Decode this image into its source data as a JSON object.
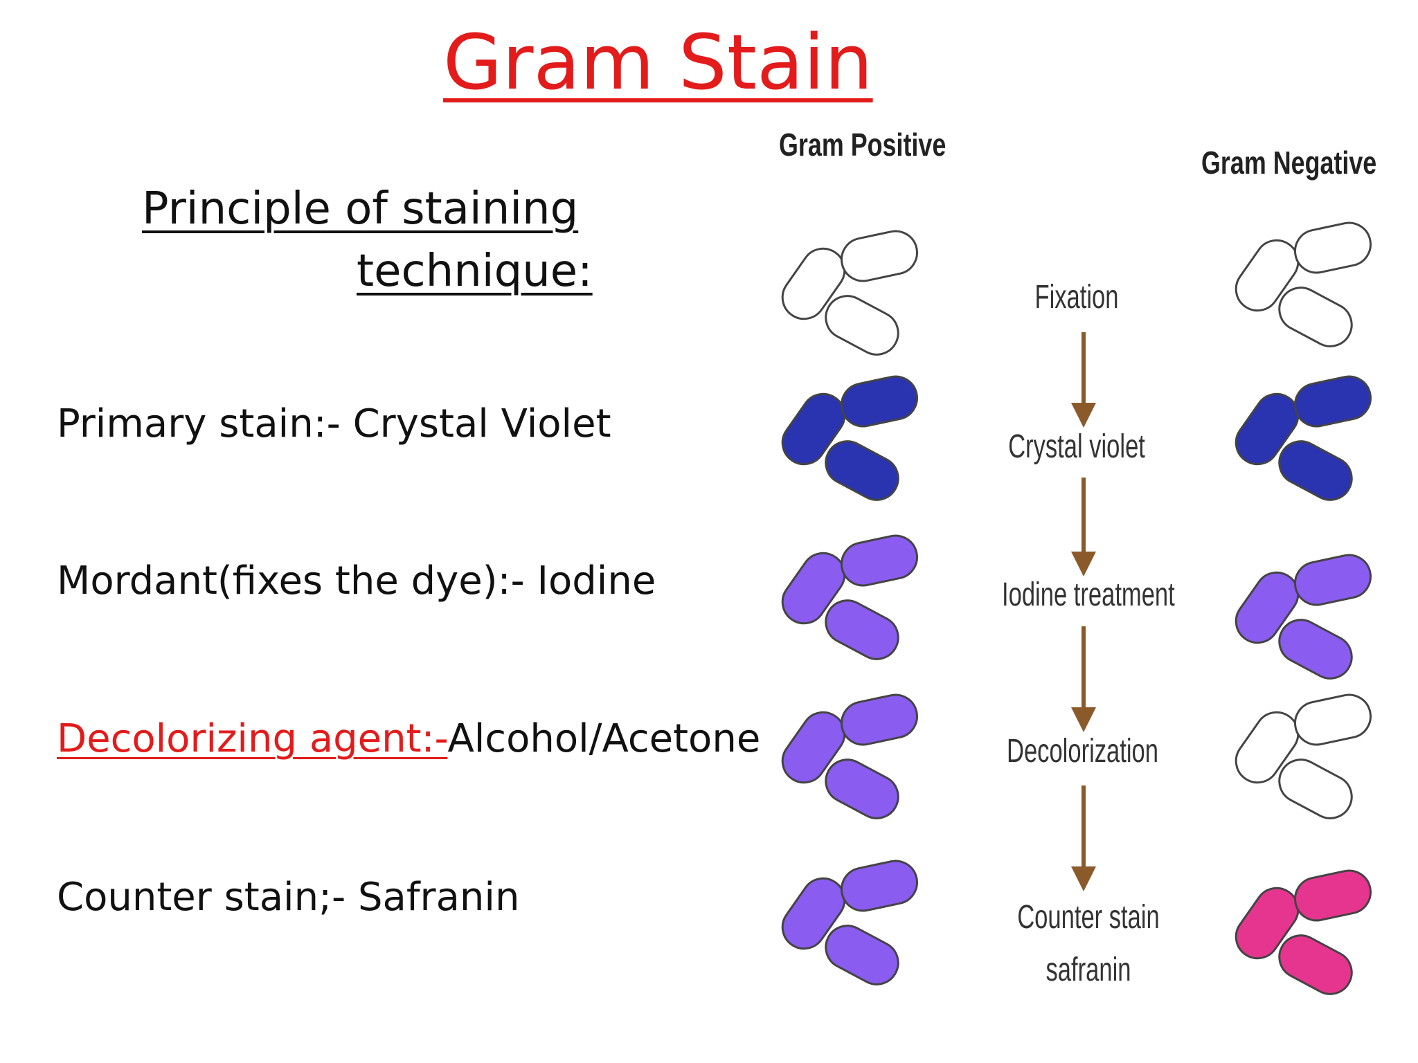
{
  "title": "Gram Stain",
  "principle": {
    "line1": "Principle of staining",
    "line2": "technique:"
  },
  "steps": [
    {
      "label": "Primary stain:- ",
      "value": "Crystal Violet"
    },
    {
      "label": "Mordant(fixes the dye):- ",
      "value": "Iodine"
    },
    {
      "label": "Decolorizing agent:-",
      "value": "Alcohol/Acetone",
      "highlight": true
    },
    {
      "label": "Counter stain;- ",
      "value": "Safranin"
    }
  ],
  "columns": {
    "positive": "Gram Positive",
    "negative": "Gram Negative"
  },
  "process": [
    {
      "line1": "Fixation"
    },
    {
      "line1": "Crystal violet"
    },
    {
      "line1": "Iodine treatment"
    },
    {
      "line1": "Decolorization"
    },
    {
      "line1": "Counter stain",
      "line2": "safranin"
    }
  ],
  "colors": {
    "title": "#e31b1b",
    "arrow": "#8b5a2b",
    "cell_outline": "#444444",
    "unstained": "#ffffff",
    "crystal_violet": "#2a33b0",
    "iodine_purple": "#8a5cf0",
    "safranin_pink": "#e6358f"
  },
  "cells": {
    "positive": [
      "unstained",
      "crystal_violet",
      "iodine_purple",
      "iodine_purple",
      "iodine_purple"
    ],
    "negative": [
      "unstained",
      "crystal_violet",
      "iodine_purple",
      "unstained",
      "safranin_pink"
    ]
  }
}
